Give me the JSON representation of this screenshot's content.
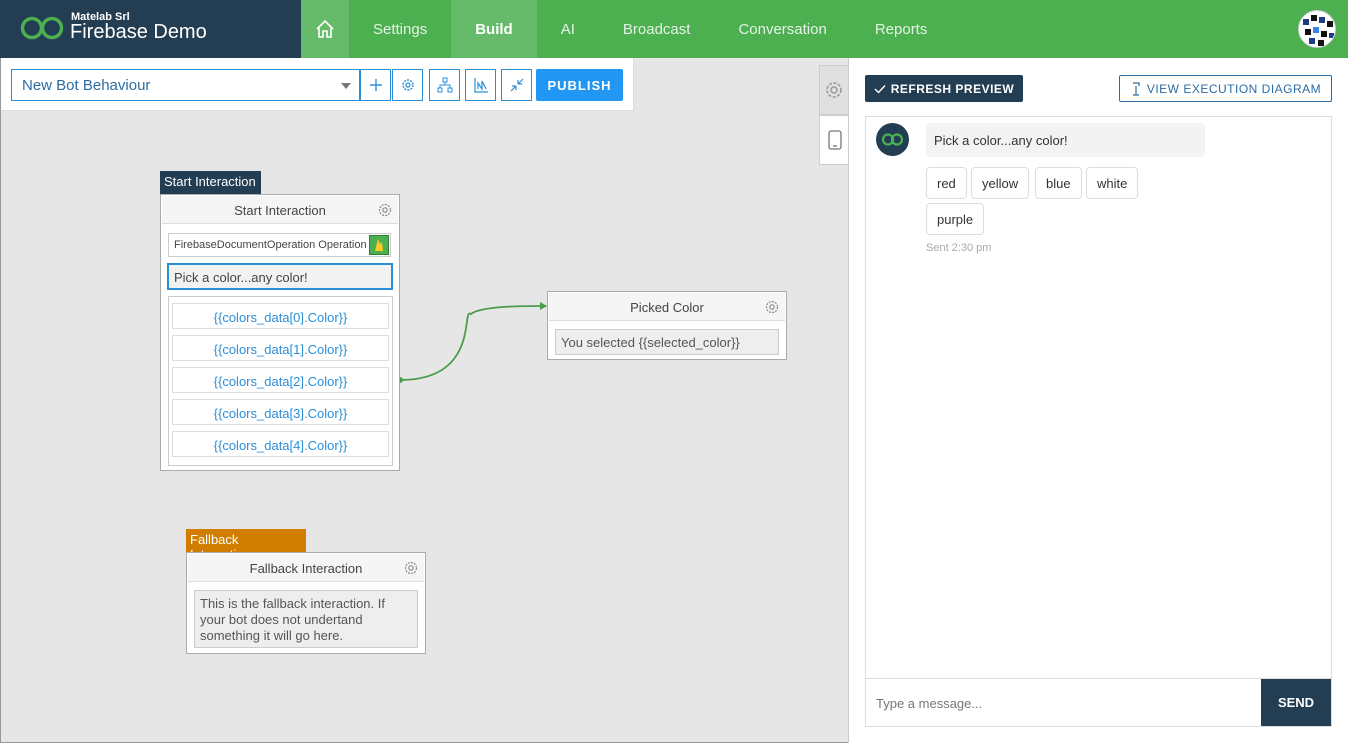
{
  "brand": {
    "company": "Matelab Srl",
    "app": "Firebase Demo"
  },
  "nav": {
    "home_icon": "home-icon",
    "items": [
      {
        "label": "Settings"
      },
      {
        "label": "Build"
      },
      {
        "label": "AI"
      },
      {
        "label": "Broadcast"
      },
      {
        "label": "Conversation"
      },
      {
        "label": "Reports"
      }
    ],
    "active": "Build"
  },
  "toolbar": {
    "behaviour_value": "New Bot Behaviour",
    "publish_label": "PUBLISH",
    "tools": [
      "plus-icon",
      "gear-icon",
      "sitemap-icon",
      "chart-icon",
      "compress-icon"
    ]
  },
  "nodes": {
    "start": {
      "tag": "Start Interaction",
      "title": "Start Interaction",
      "operation": "FirebaseDocumentOperation Operation",
      "message": "Pick a color...any color!",
      "options": [
        "{{colors_data[0].Color}}",
        "{{colors_data[1].Color}}",
        "{{colors_data[2].Color}}",
        "{{colors_data[3].Color}}",
        "{{colors_data[4].Color}}"
      ]
    },
    "picked": {
      "title": "Picked Color",
      "message": "You selected {{selected_color}}"
    },
    "fallback": {
      "tag": "Fallback Interaction",
      "title": "Fallback Interaction",
      "message": "This is the fallback interaction. If your bot does not undertand something it will go here."
    }
  },
  "preview": {
    "refresh_label": "REFRESH PREVIEW",
    "exec_label": "VIEW EXECUTION DIAGRAM",
    "bot_message": "Pick a color...any color!",
    "chips": [
      "red",
      "yellow",
      "blue",
      "white",
      "purple"
    ],
    "sent": "Sent 2:30 pm",
    "input_placeholder": "Type a message...",
    "send_label": "SEND"
  },
  "colors": {
    "green": "#4caf50",
    "navy": "#233d52",
    "blue": "#2196f3",
    "fallback_orange": "#d17d00"
  }
}
